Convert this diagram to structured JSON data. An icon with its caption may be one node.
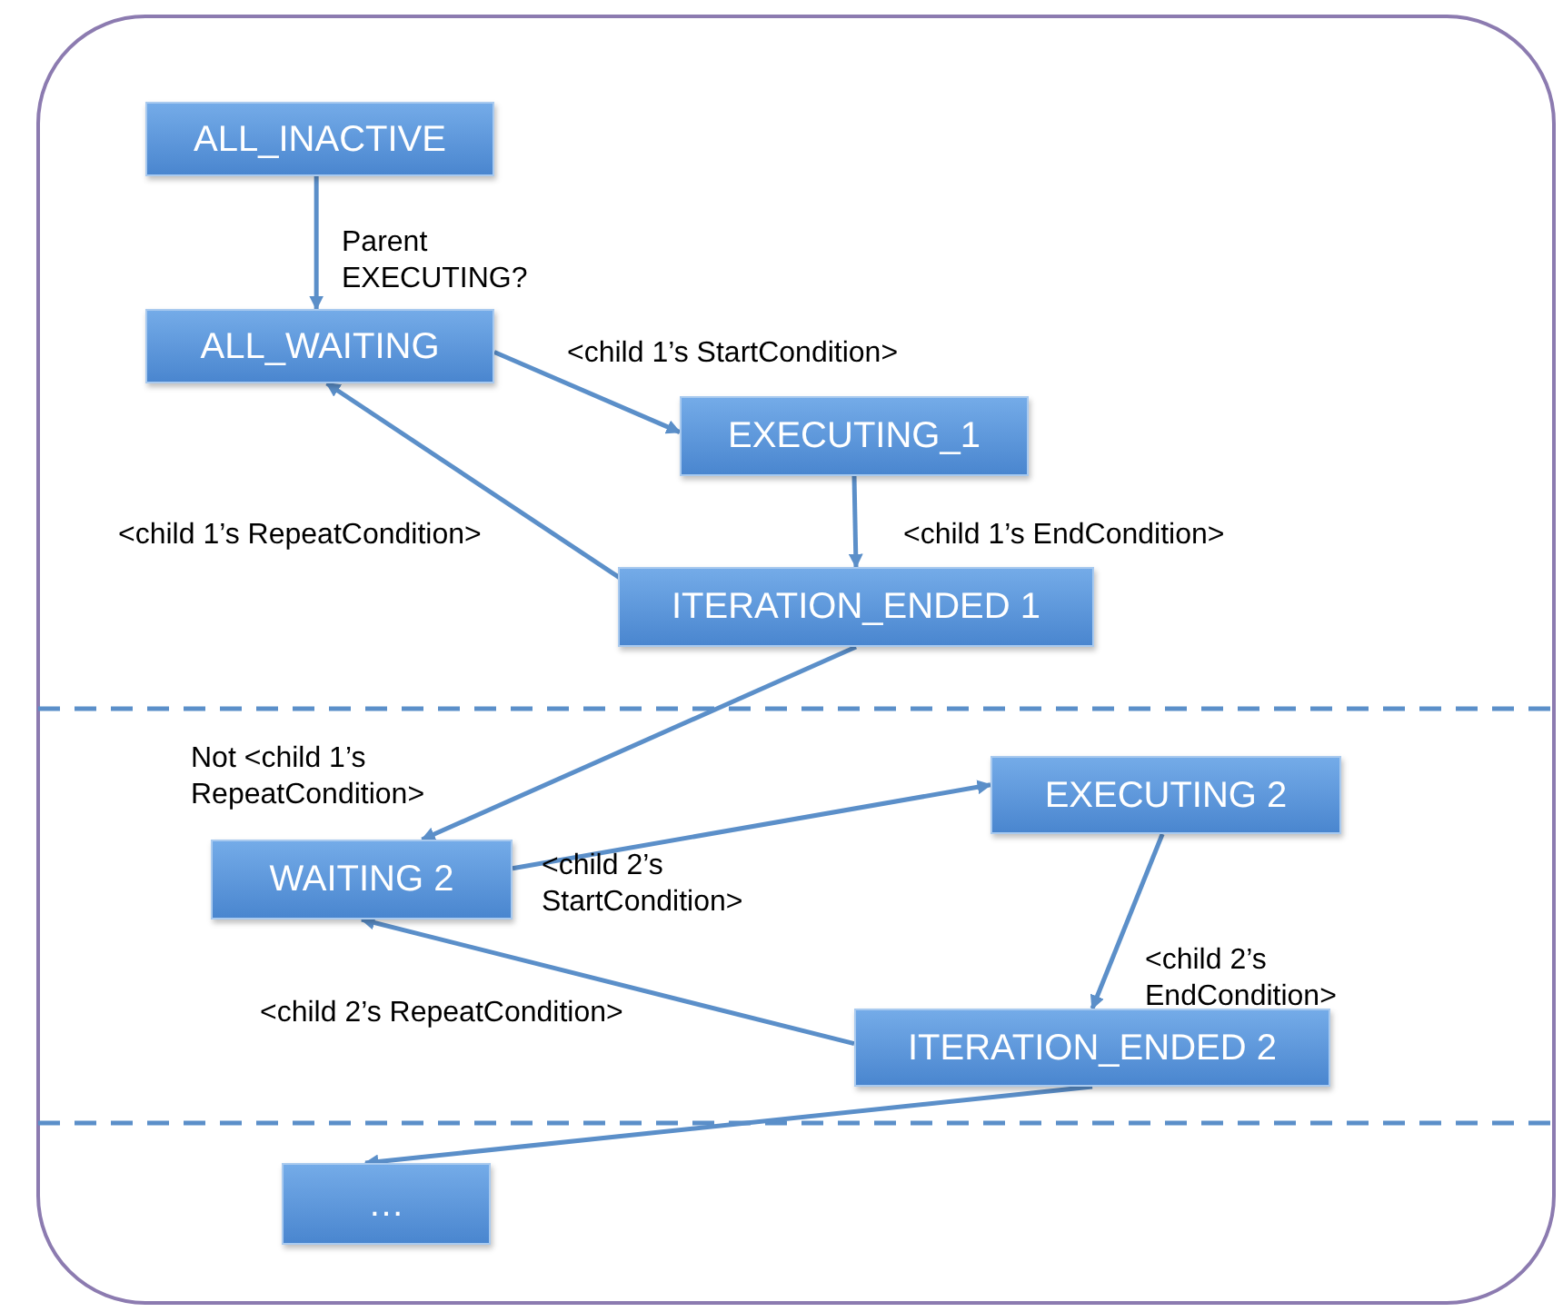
{
  "diagram": {
    "nodes": [
      {
        "text": [
          "ALL_INACTIVE"
        ]
      },
      {
        "text": [
          "ALL_WAITING"
        ]
      },
      {
        "text": [
          "EXECUTING_1"
        ]
      },
      {
        "text": [
          "ITERATION_ENDED 1"
        ]
      },
      {
        "text": [
          "WAITING 2"
        ]
      },
      {
        "text": [
          "EXECUTING 2"
        ]
      },
      {
        "text": [
          "ITERATION_ENDED 2"
        ]
      },
      {
        "text": [
          "…"
        ]
      }
    ],
    "edges": [
      {
        "from": 0,
        "to": 1,
        "arrow": "to",
        "label": "Parent EXECUTING?"
      },
      {
        "from": 1,
        "to": 2,
        "arrow": "to",
        "label": "<child 1’s StartCondition>"
      },
      {
        "from": 2,
        "to": 3,
        "arrow": "to",
        "label": "<child 1’s EndCondition>"
      },
      {
        "from": 3,
        "to": 1,
        "arrow": "to",
        "label": "<child 1’s RepeatCondition>"
      },
      {
        "from": 3,
        "to": 4,
        "arrow": "to",
        "label": "Not <child 1’s RepeatCondition>"
      },
      {
        "from": 4,
        "to": 5,
        "arrow": "to",
        "label": "<child 2’s StartCondition>"
      },
      {
        "from": 5,
        "to": 6,
        "arrow": "to",
        "label": "<child 2’s EndCondition>"
      },
      {
        "from": 6,
        "to": 4,
        "arrow": "to",
        "label": "<child 2’s RepeatCondition>"
      },
      {
        "from": 6,
        "to": 7,
        "arrow": "to"
      }
    ]
  }
}
